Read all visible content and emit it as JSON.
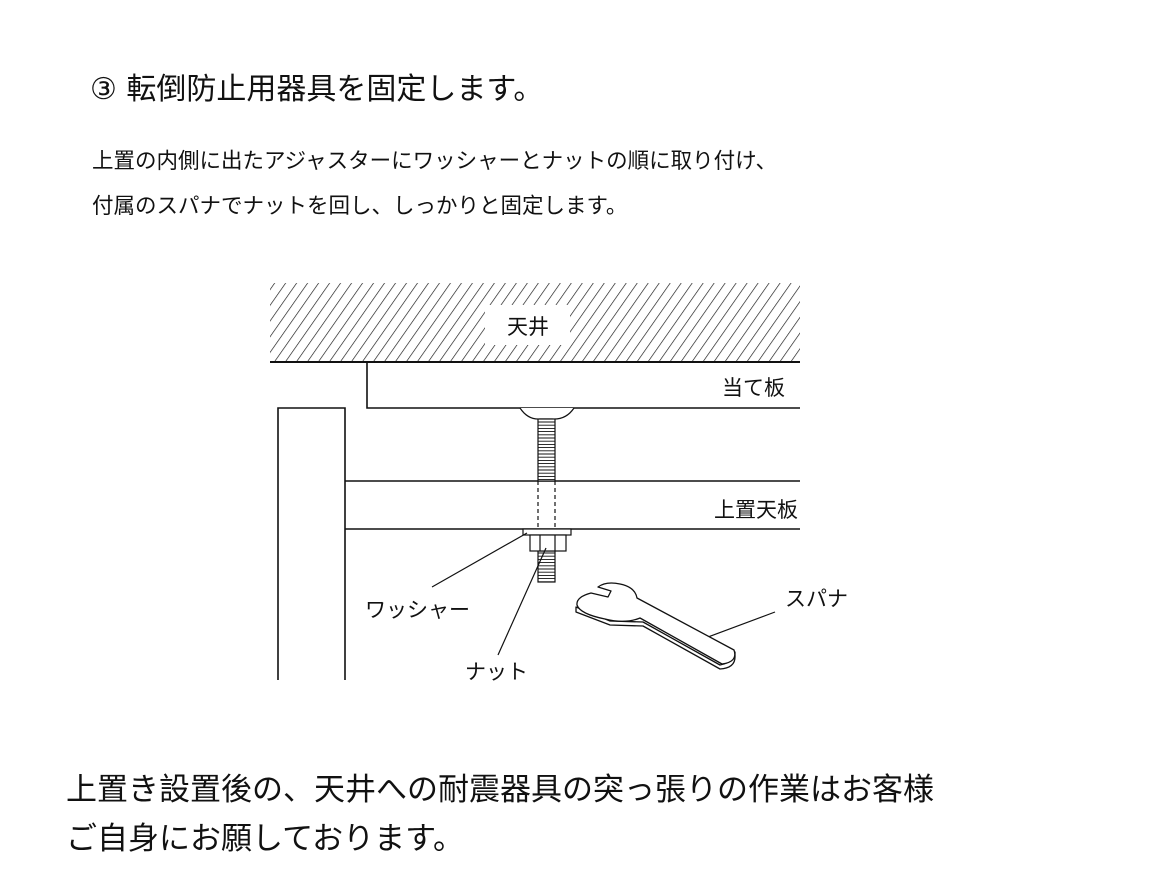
{
  "step_title": "③ 転倒防止用器具を固定します。",
  "instructions": [
    "上置の内側に出たアジャスターにワッシャーとナットの順に取り付け、",
    "付属のスパナでナットを回し、しっかりと固定します。"
  ],
  "diagram": {
    "labels": {
      "ceiling": "天井",
      "backing_plate": "当て板",
      "top_board": "上置天板",
      "washer": "ワッシャー",
      "nut": "ナット",
      "spanner": "スパナ"
    }
  },
  "note": [
    "上置き設置後の、天井への耐震器具の突っ張りの作業はお客様",
    "ご自身にお願しております。"
  ]
}
